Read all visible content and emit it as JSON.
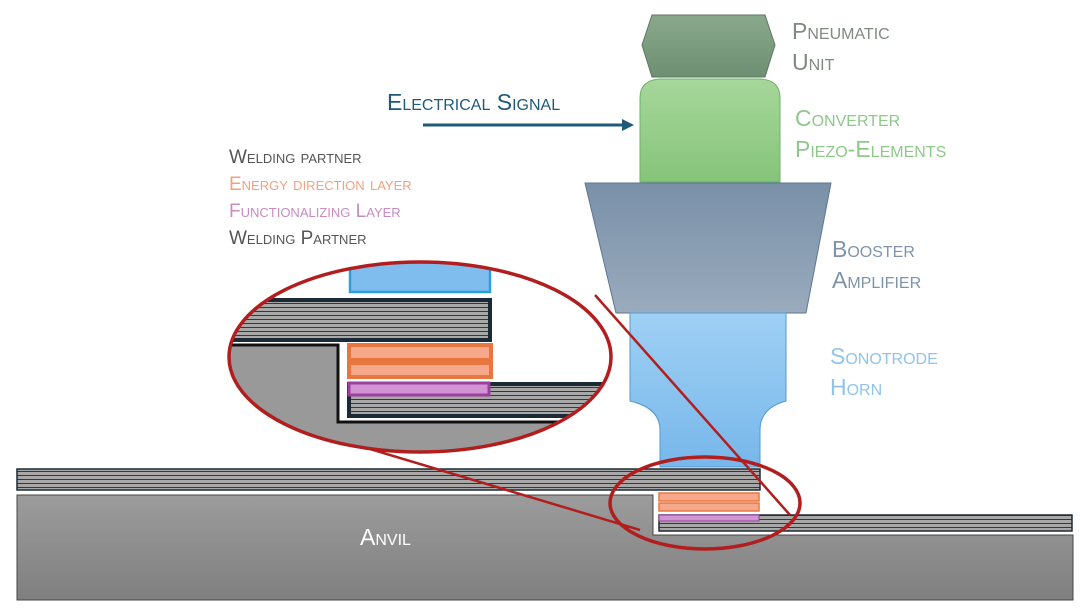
{
  "labels": {
    "pneumatic": [
      "Pneumatic",
      "Unit"
    ],
    "converter": [
      "Converter",
      "Piezo-Elements"
    ],
    "booster": [
      "Booster",
      "Amplifier"
    ],
    "sonotrode": [
      "Sonotrode",
      "Horn"
    ],
    "electrical_signal": "Electrical Signal",
    "anvil": "Anvil"
  },
  "legend": [
    {
      "label": "Welding partner",
      "color": "#555555"
    },
    {
      "label": "Energy direction layer",
      "color": "#f2a283"
    },
    {
      "label": "Functionalizing Layer",
      "color": "#c88cc4"
    },
    {
      "label": "Welding Partner",
      "color": "#555555"
    }
  ],
  "colors": {
    "pneumatic": "#7d9c80",
    "converter": "#8fcc84",
    "booster": "#8096ad",
    "sonotrode": "#8cc4ef",
    "anvil": "#8f8f8f",
    "energy_layer": "#f5a98a",
    "energy_border": "#e8773f",
    "functional_layer": "#d394d4",
    "functional_border": "#9b3fa0",
    "magnifier": "#b21e1e",
    "signal": "#1f5a78"
  }
}
